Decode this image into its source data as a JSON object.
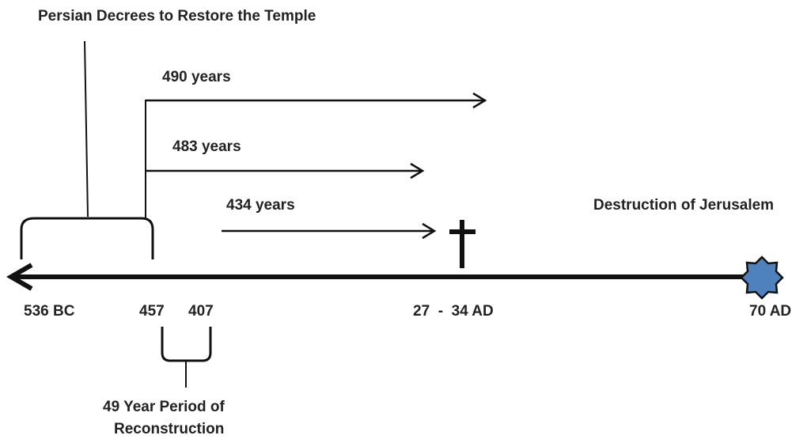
{
  "title": "Persian Decrees to Restore the Temple",
  "spans": {
    "span_490": "490 years",
    "span_483": "483 years",
    "span_434": "434 years"
  },
  "event_label": "Destruction of Jerusalem",
  "dates": {
    "d536": "536 BC",
    "d457": "457",
    "d407": "407",
    "d27_34": "27  -  34 AD",
    "d70": "70 AD"
  },
  "period_label": {
    "line1": "49 Year Period of",
    "line2": "Reconstruction"
  },
  "icons": [
    "cross-icon",
    "star-of-david-icon"
  ],
  "colors": {
    "ink": "#111111",
    "star_fill": "#4f81bd"
  }
}
